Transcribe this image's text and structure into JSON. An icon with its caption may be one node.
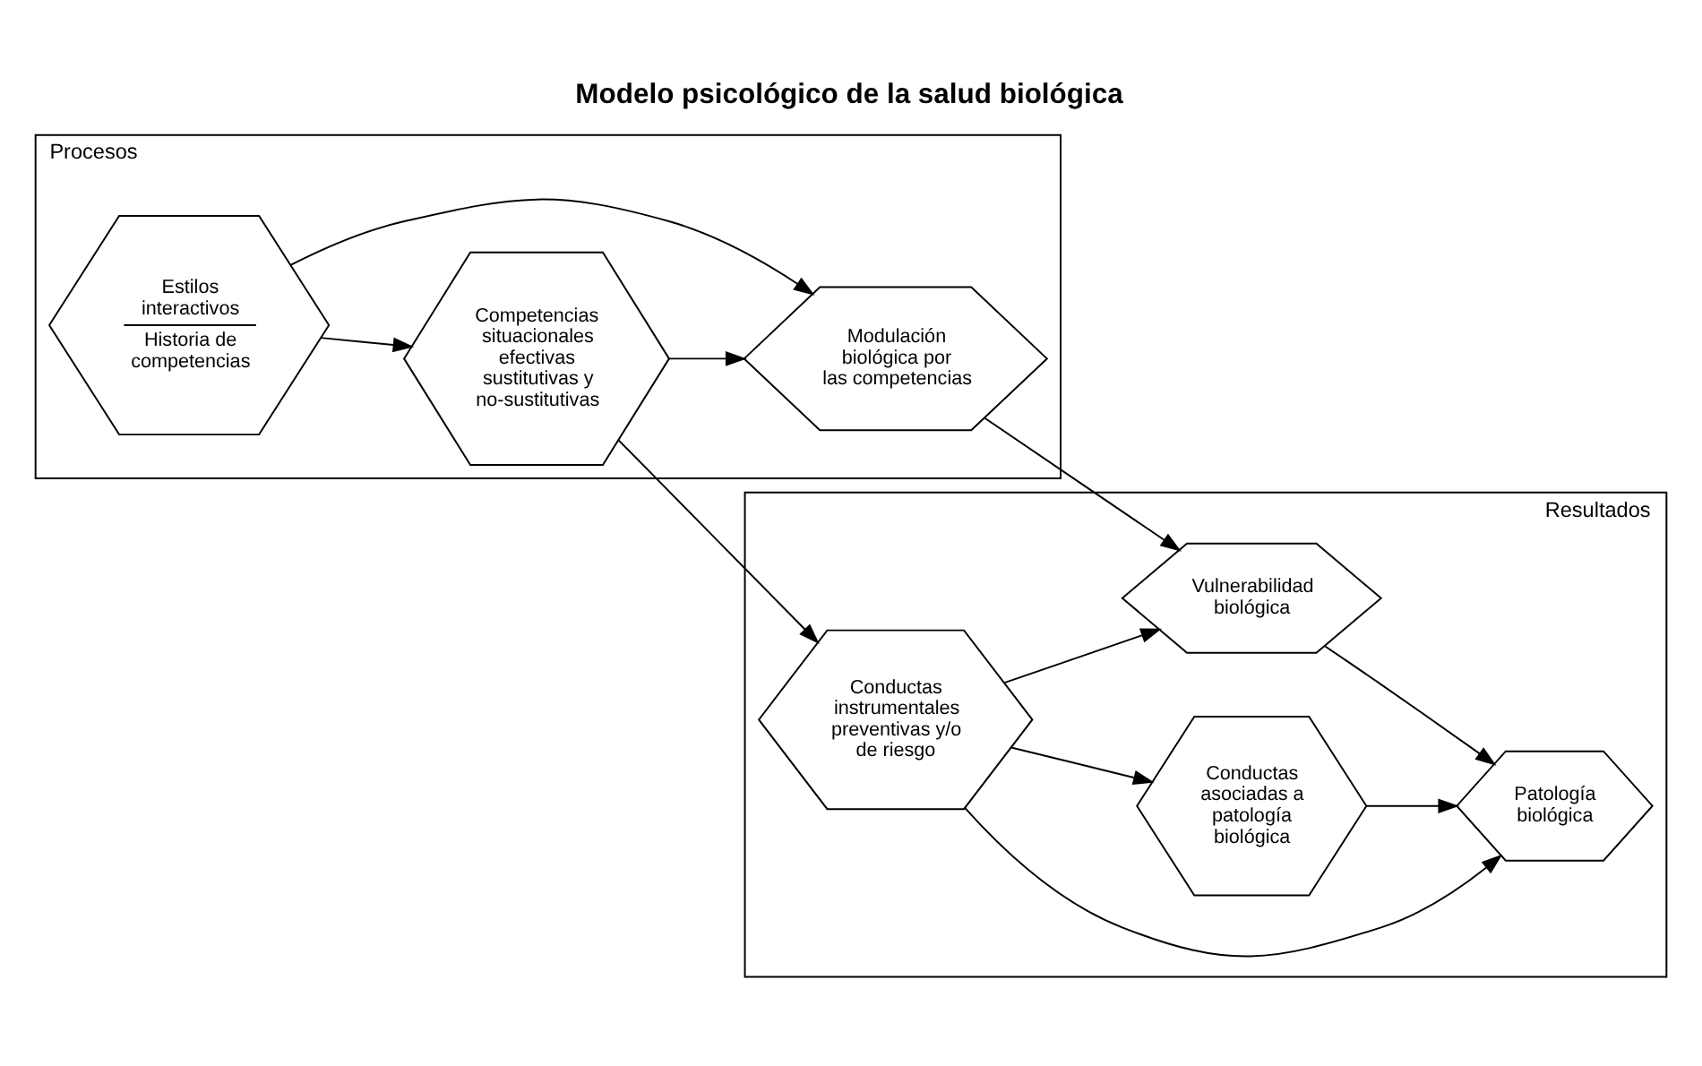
{
  "diagram": {
    "title": "Modelo psicológico de la salud biológica",
    "nodes": [
      {
        "text": [
          "Procesos"
        ]
      },
      {
        "text": [
          "Resultados"
        ]
      },
      {
        "text": [
          "Estilos interactivos",
          "Historia de competencias"
        ],
        "in": 0
      },
      {
        "text": [
          "Modulación biológica por las competencias"
        ],
        "in": 0
      },
      {
        "text": [
          "Competencias situacionales efectivas sustitutivas y no-sustitutivas"
        ],
        "in": 0
      },
      {
        "text": [
          "Vulnerabilidad biológica"
        ],
        "in": 1
      },
      {
        "text": [
          "Patología biológica"
        ],
        "in": 1
      },
      {
        "text": [
          "Conductas instrumentales preventivas y/o de riesgo"
        ],
        "in": 1
      },
      {
        "text": [
          "Conductas asociadas a patología biológica"
        ],
        "in": 1
      }
    ],
    "edges": [
      {
        "from": 2,
        "to": 3,
        "arrow": "to"
      },
      {
        "from": 2,
        "to": 4,
        "arrow": "to"
      },
      {
        "from": 4,
        "to": 3,
        "arrow": "to"
      },
      {
        "from": 3,
        "to": 5,
        "arrow": "to"
      },
      {
        "from": 4,
        "to": 7,
        "arrow": "to"
      },
      {
        "from": 7,
        "to": 5,
        "arrow": "to"
      },
      {
        "from": 5,
        "to": 6,
        "arrow": "to"
      },
      {
        "from": 7,
        "to": 6,
        "arrow": "to"
      },
      {
        "from": 7,
        "to": 8,
        "arrow": "to"
      },
      {
        "from": 8,
        "to": 6,
        "arrow": "to"
      }
    ]
  }
}
